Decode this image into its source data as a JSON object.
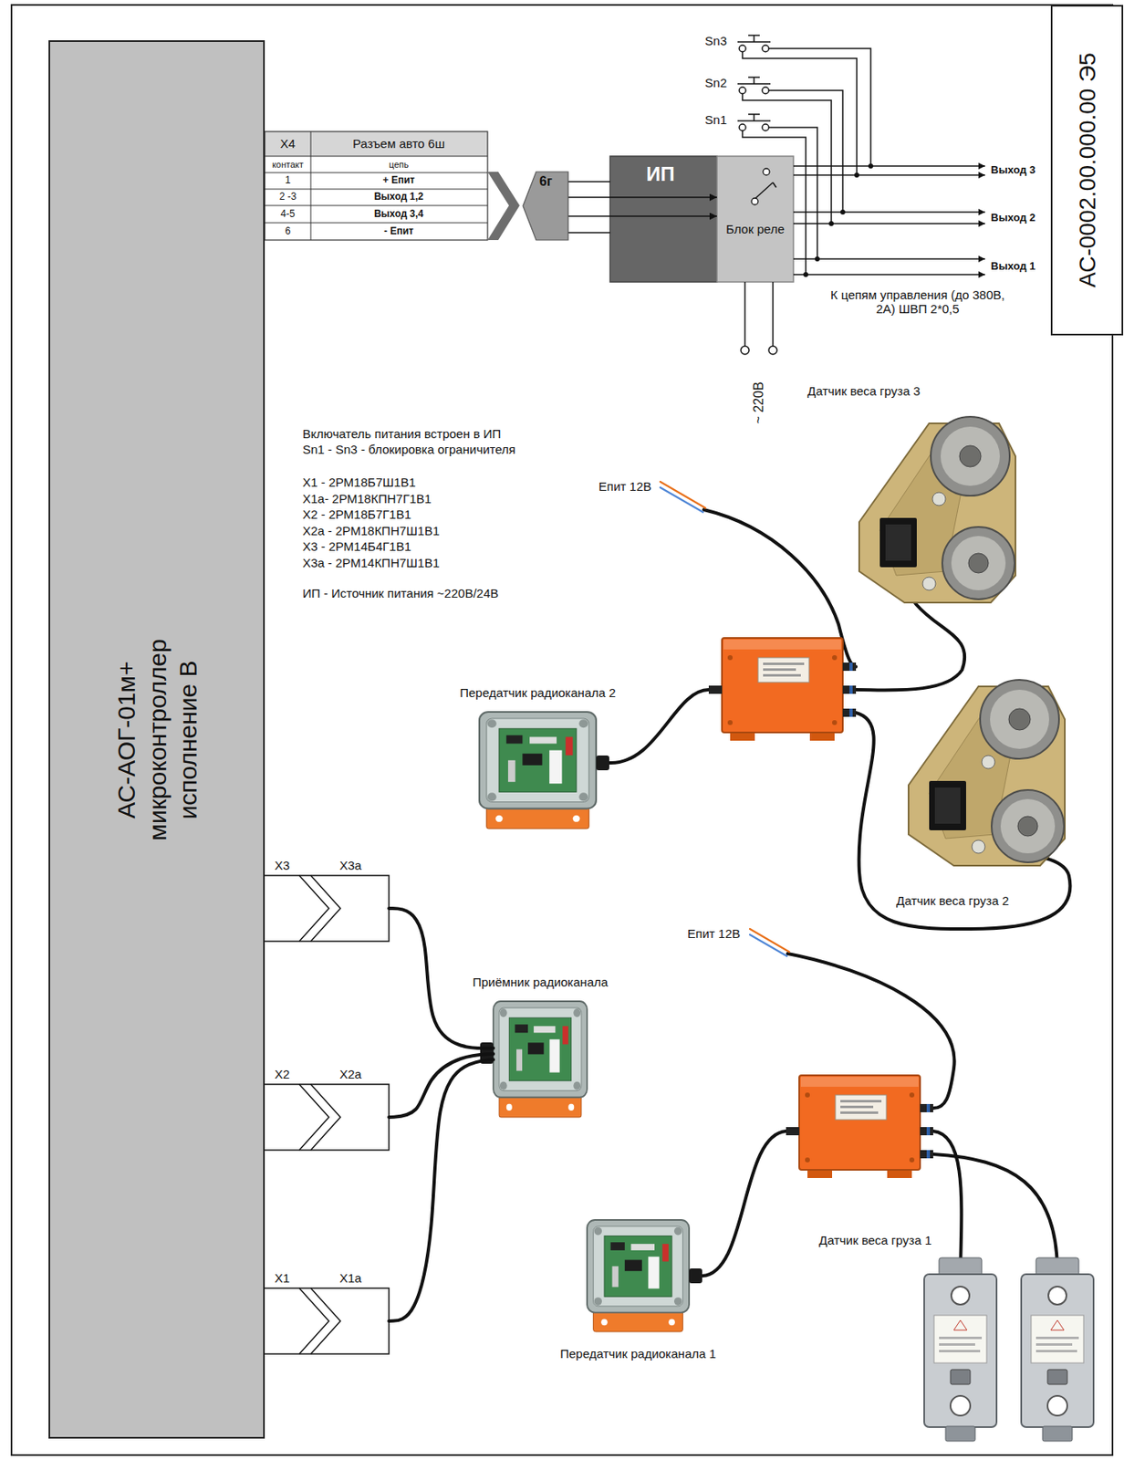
{
  "diagram": {
    "nodes": [
      {
        "text": [
          "АС-АОГ-01м+ микроконтроллер исполнение В"
        ]
      },
      {
        "text": [
          "АС-0002.00.000.00 Э5"
        ]
      },
      {
        "text": [
          "6г"
        ]
      },
      {
        "text": [
          "ИП"
        ]
      },
      {
        "text": [
          "Блок реле"
        ]
      },
      {
        "text": [
          "Датчик веса груза 3"
        ]
      },
      {
        "text": [
          "Передатчик радиоканала 2"
        ]
      },
      {
        "text": [
          "Датчик веса груза 2"
        ]
      },
      {
        "text": [
          "X3",
          "X3a"
        ]
      },
      {
        "text": [
          "Приёмник радиоканала"
        ]
      },
      {
        "text": [
          "X2",
          "X2a"
        ]
      },
      {
        "text": [
          "Передатчик радиоканала 1"
        ]
      },
      {
        "text": [
          "Датчик веса груза 1"
        ]
      },
      {
        "text": [
          "X1",
          "X1a"
        ]
      }
    ],
    "edges": [
      {
        "from": 2,
        "to": 3,
        "arrow": "none"
      },
      {
        "from": 2,
        "to": 4,
        "arrow": "to"
      },
      {
        "from": 2,
        "to": 4,
        "arrow": "to"
      },
      {
        "from": 2,
        "to": 3,
        "arrow": "none"
      },
      {
        "from": 8,
        "to": 9,
        "arrow": "none"
      },
      {
        "from": 10,
        "to": 9,
        "arrow": "none"
      },
      {
        "from": 13,
        "to": 9,
        "arrow": "none"
      }
    ],
    "labels": [
      "X4",
      "Разъем авто 6ш",
      "контакт",
      "цепь",
      "1",
      "+ Епит",
      "2 -3",
      "Выход 1,2",
      "4-5",
      "Выход 3,4",
      "6",
      "- Епит",
      "Sn3",
      "Sn2",
      "Sn1",
      "Выход 3",
      "Выход 2",
      "Выход 1",
      "К цепям управления (до 380В, 2А) ШВП 2*0,5",
      "~ 220В",
      "Включатель питания встроен в ИП",
      "Sn1 - Sn3 - блокировка ограничителя",
      "X1 - 2РМ18Б7Ш1В1",
      "X1a- 2РМ18КПН7Г1В1",
      "X2 - 2РМ18Б7Г1В1",
      "X2a - 2РМ18КПН7Ш1В1",
      "X3 - 2РМ14Б4Г1В1",
      "X3a - 2РМ14КПН7Ш1В1",
      "ИП - Источник питания ~220В/24В",
      "Епит 12В",
      "Епит 12В"
    ]
  }
}
